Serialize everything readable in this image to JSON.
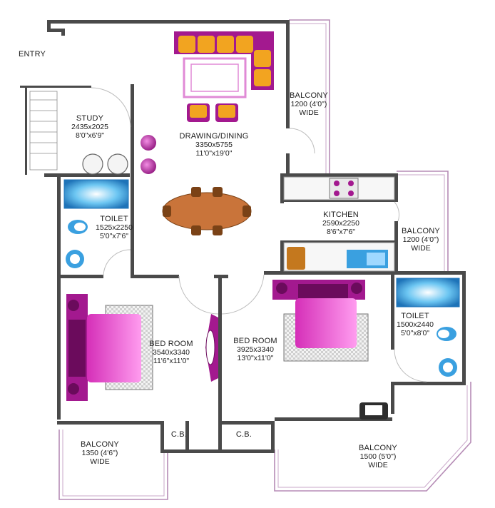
{
  "plan": {
    "entry": "ENTRY",
    "rooms": [
      {
        "id": "study",
        "name": "STUDY",
        "dim_mm": "2435x2025",
        "dim_ft": "8'0\"x6'9\""
      },
      {
        "id": "drawing",
        "name": "DRAWING/DINING",
        "dim_mm": "3350x5755",
        "dim_ft": "11'0\"x19'0\""
      },
      {
        "id": "balcony_top",
        "name": "BALCONY",
        "dim_mm": "1200 (4'0\")",
        "dim_ft": "WIDE"
      },
      {
        "id": "toilet_left",
        "name": "TOILET",
        "dim_mm": "1525x2250",
        "dim_ft": "5'0\"x7'6\""
      },
      {
        "id": "kitchen",
        "name": "KITCHEN",
        "dim_mm": "2590x2250",
        "dim_ft": "8'6\"x7'6\""
      },
      {
        "id": "balcony_right",
        "name": "BALCONY",
        "dim_mm": "1200 (4'0\")",
        "dim_ft": "WIDE"
      },
      {
        "id": "toilet_right",
        "name": "TOILET",
        "dim_mm": "1500x2440",
        "dim_ft": "5'0\"x8'0\""
      },
      {
        "id": "bedroom_left",
        "name": "BED ROOM",
        "dim_mm": "3540x3340",
        "dim_ft": "11'6\"x11'0\""
      },
      {
        "id": "bedroom_right",
        "name": "BED ROOM",
        "dim_mm": "3925x3340",
        "dim_ft": "13'0\"x11'0\""
      },
      {
        "id": "balcony_bl",
        "name": "BALCONY",
        "dim_mm": "1350 (4'6\")",
        "dim_ft": "WIDE"
      },
      {
        "id": "balcony_br",
        "name": "BALCONY",
        "dim_mm": "1500 (5'0\")",
        "dim_ft": "WIDE"
      }
    ],
    "cb": [
      "C.B.",
      "C.B."
    ],
    "colors": {
      "wall": "#3a3a3a",
      "furniture_magenta": "#a3198f",
      "sofa_orange": "#f2a420",
      "dining_table": "#c9743a",
      "fixture_blue": "#3aa0e0",
      "balcony_outline": "#b58bb5"
    }
  }
}
